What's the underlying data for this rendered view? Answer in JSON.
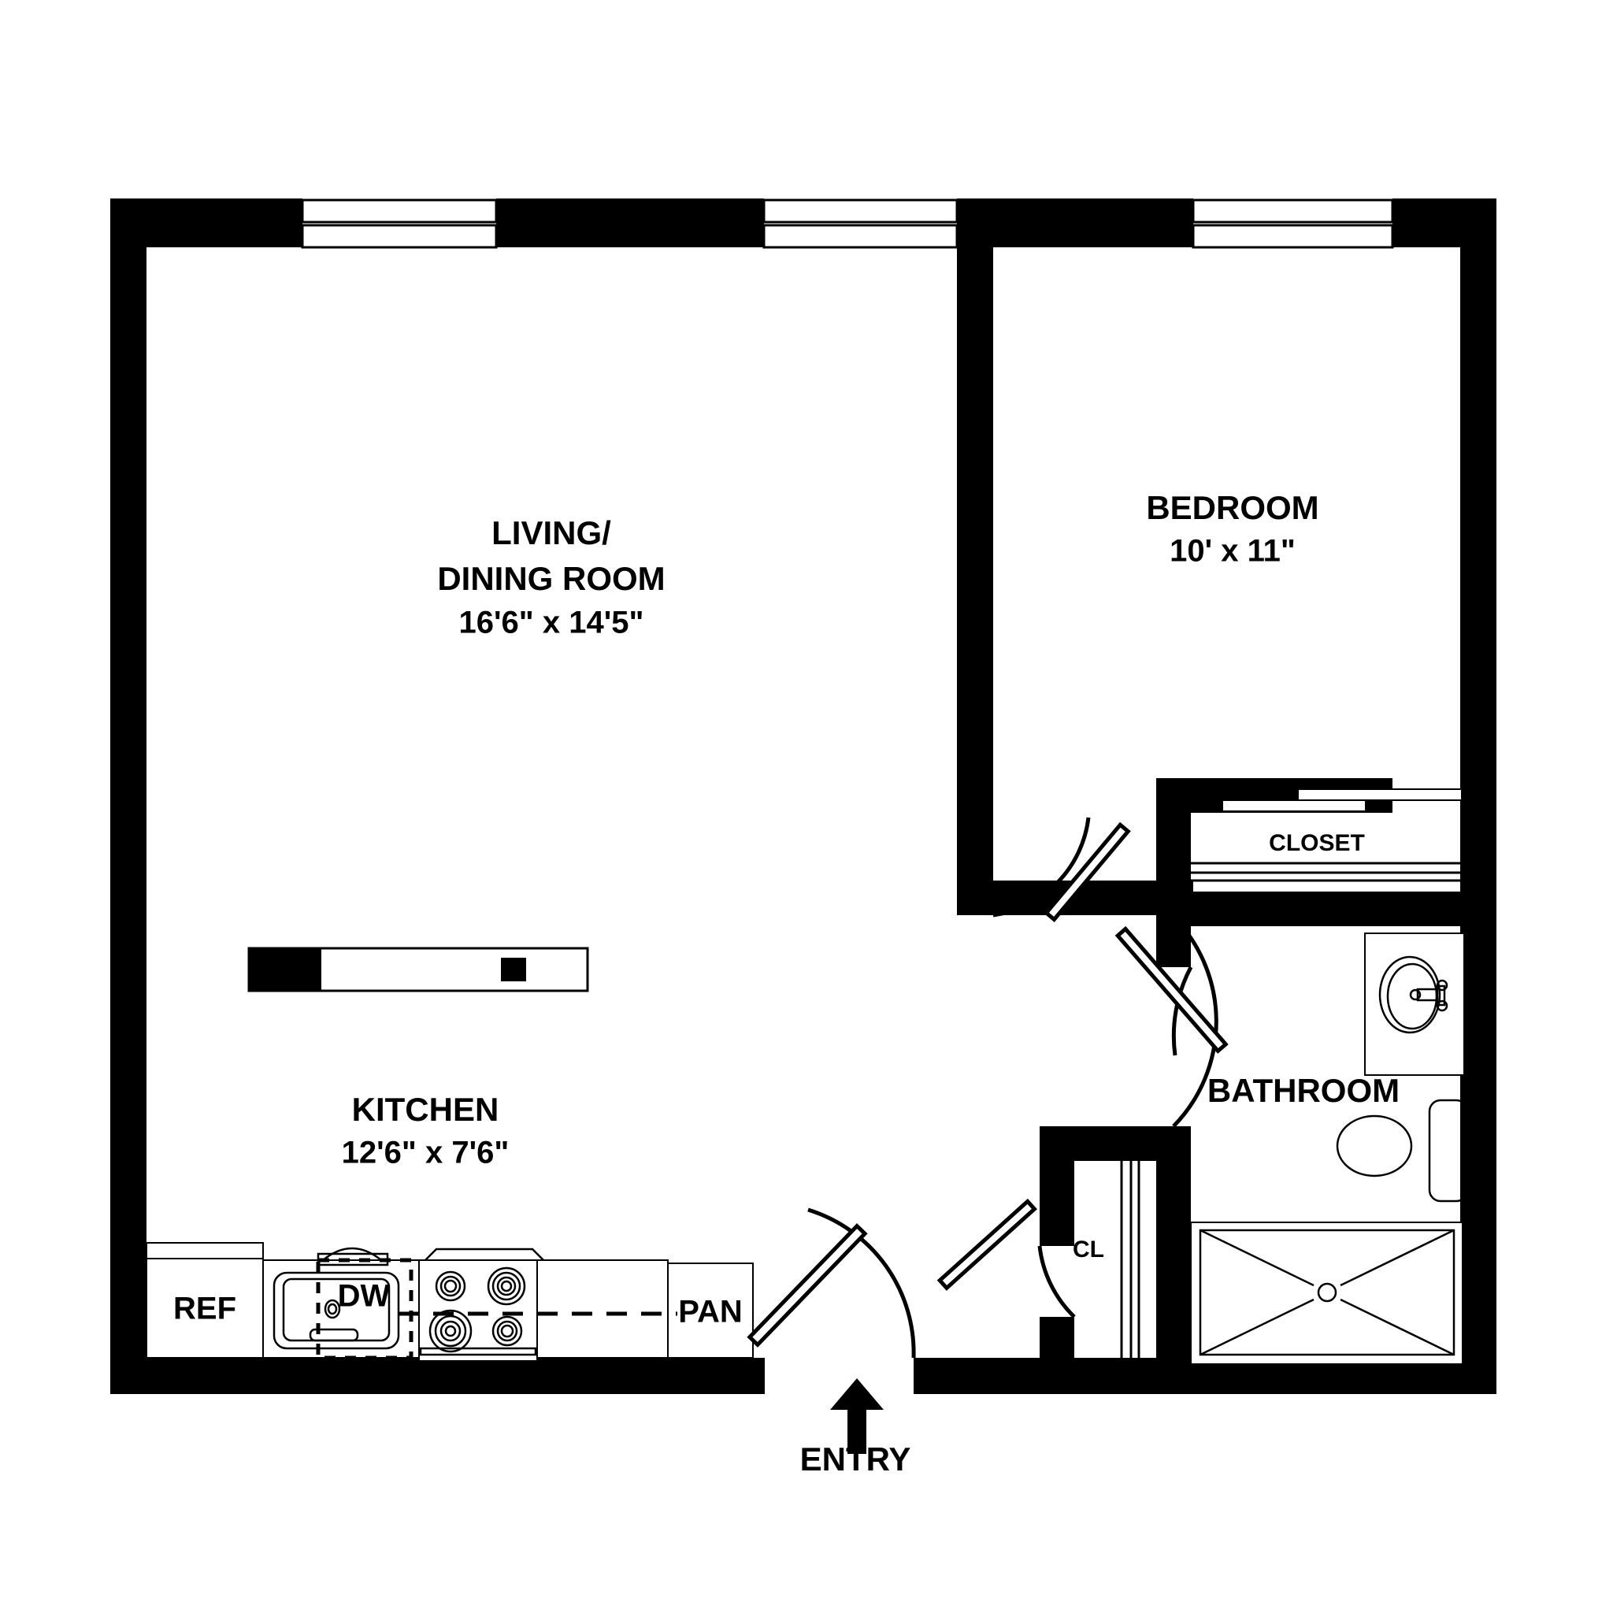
{
  "plan": {
    "title": "Apartment Floor Plan",
    "background_color": "#ffffff",
    "wall_color": "#000000"
  },
  "rooms": [
    {
      "id": "living_dining",
      "name_line1": "LIVING/",
      "name_line2": "DINING ROOM",
      "dimensions": "16'6\" x 14'5\""
    },
    {
      "id": "bedroom",
      "name": "BEDROOM",
      "dimensions": "10' x 11\""
    },
    {
      "id": "kitchen",
      "name": "KITCHEN",
      "dimensions": "12'6\" x 7'6\""
    },
    {
      "id": "bathroom",
      "name": "BATHROOM",
      "dimensions": ""
    },
    {
      "id": "closet",
      "name": "CLOSET",
      "dimensions": ""
    },
    {
      "id": "coat_closet",
      "name": "CL",
      "dimensions": ""
    }
  ],
  "appliances": [
    {
      "id": "refrigerator",
      "label": "REF"
    },
    {
      "id": "dishwasher",
      "label": "DW"
    },
    {
      "id": "pantry",
      "label": "PAN"
    }
  ],
  "fixtures": [
    {
      "id": "kitchen-sink",
      "label": ""
    },
    {
      "id": "range",
      "label": ""
    },
    {
      "id": "vanity-sink",
      "label": ""
    },
    {
      "id": "toilet",
      "label": ""
    },
    {
      "id": "shower",
      "label": ""
    },
    {
      "id": "kitchen-island",
      "label": ""
    }
  ],
  "entry": {
    "label": "ENTRY",
    "arrow": "up-arrow-icon"
  },
  "windows": [
    {
      "id": "window-1",
      "wall": "north"
    },
    {
      "id": "window-2",
      "wall": "north"
    },
    {
      "id": "window-3",
      "wall": "north"
    }
  ],
  "doors": [
    {
      "id": "entry-door",
      "swing": "right"
    },
    {
      "id": "bedroom-door",
      "swing": "left"
    },
    {
      "id": "bathroom-door",
      "swing": "right"
    },
    {
      "id": "coat-closet-door",
      "swing": "left"
    },
    {
      "id": "closet-sliding-doors",
      "swing": "sliding"
    }
  ]
}
